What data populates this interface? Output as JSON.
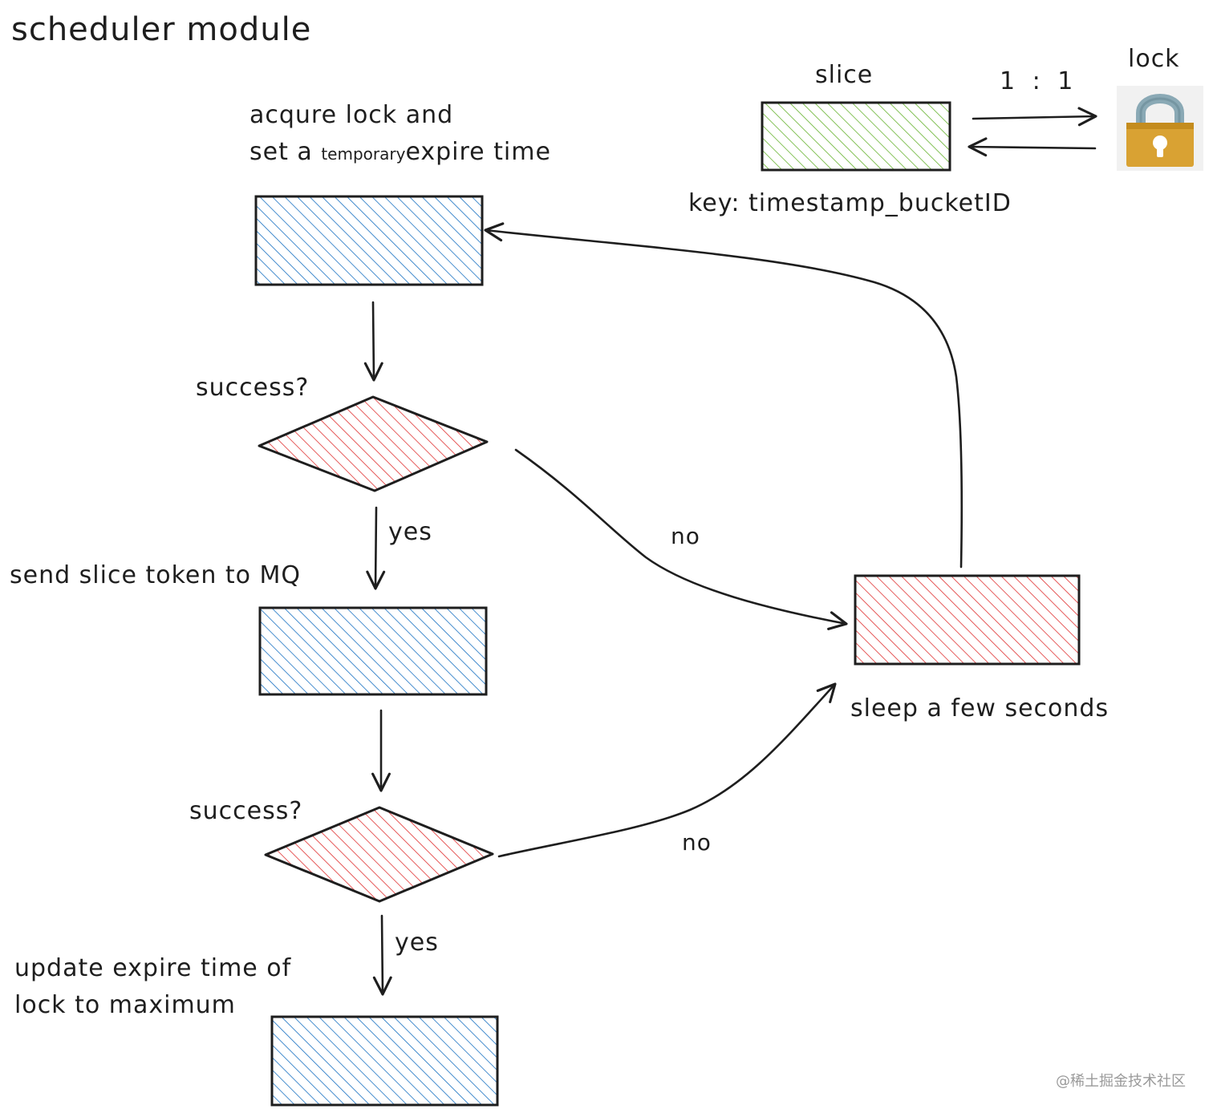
{
  "title": "scheduler module",
  "slice": {
    "label": "slice",
    "key_label": "key: timestamp_bucketID",
    "ratio": "1 : 1"
  },
  "lock": {
    "label": "lock",
    "icon": "padlock-icon"
  },
  "steps": {
    "acquire_line1": "acqure lock and",
    "acquire_line2_a": "set a",
    "acquire_line2_b": "temporary",
    "acquire_line2_c": "expire time",
    "success1": "success?",
    "yes1": "yes",
    "send": "send slice token to MQ",
    "success2": "success?",
    "yes2": "yes",
    "update_line1": "update expire time of",
    "update_line2": "lock to maximum",
    "no1": "no",
    "no2": "no",
    "sleep": "sleep a few seconds"
  },
  "watermark": "@稀土掘金技术社区",
  "colors": {
    "blue_hatch": "#1971c2",
    "red_hatch": "#e03131",
    "green_hatch": "#66b32e",
    "stroke": "#1e1e1e",
    "lock_body": "#d9a233",
    "lock_shackle": "#8aa9b5"
  }
}
